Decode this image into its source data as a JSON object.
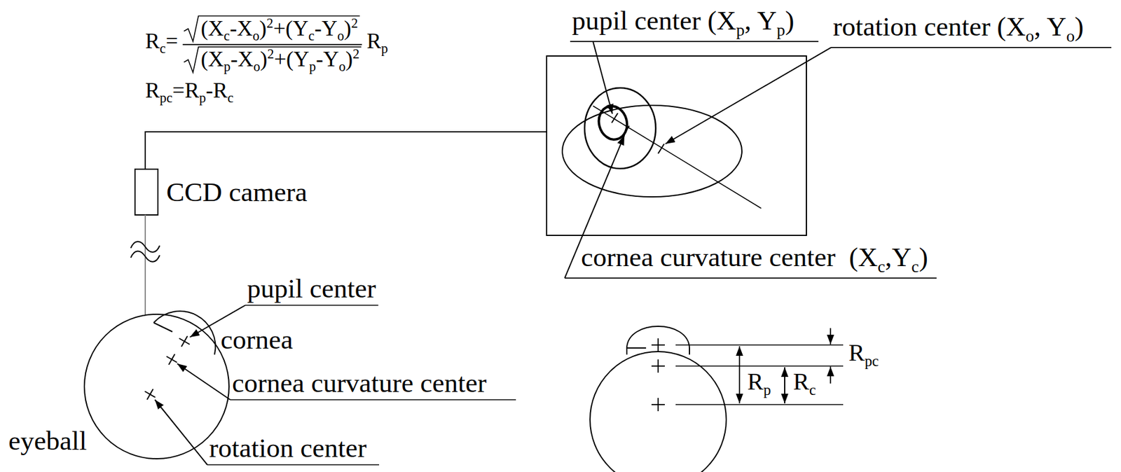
{
  "diagram": {
    "labels": [
      "R",
      "c",
      "=",
      "(X",
      "c",
      "-X",
      "o",
      ")",
      "2",
      "+(Y",
      "c",
      "-Y",
      "o",
      ")",
      "2",
      "(X",
      "p",
      "-X",
      "o",
      ")",
      "2",
      "+(Y",
      "p",
      "-Y",
      "o",
      ")",
      "2",
      "R",
      "p",
      "R",
      "pc",
      "=R",
      "p",
      "-R",
      "c",
      "pupil center (X",
      "p",
      ", Y",
      "p",
      ")",
      "rotation center (X",
      "o",
      ", Y",
      "o",
      ")",
      "cornea curvature center  (X",
      "c",
      ",Y",
      "c",
      ")",
      "CCD camera",
      "pupil center",
      "cornea",
      "cornea curvature center",
      "eyeball",
      "rotation center",
      "R",
      "pc",
      "R",
      "p",
      "R",
      "c"
    ]
  }
}
